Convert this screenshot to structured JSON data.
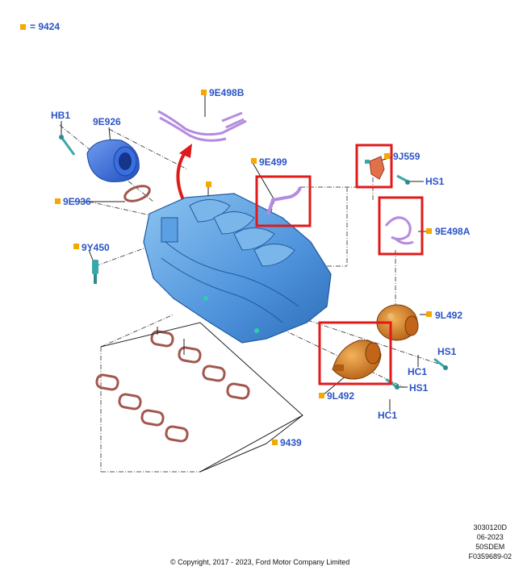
{
  "legend": {
    "marker_color": "#f5a800",
    "text": "= 9424"
  },
  "callouts": {
    "hb1": "HB1",
    "p9e926": "9E926",
    "p9e936": "9E936",
    "p9y450": "9Y450",
    "p9e498b": "9E498B",
    "p9e499": "9E499",
    "p9j559": "9J559",
    "hs1_top": "HS1",
    "p9e498a": "9E498A",
    "p9l492_right": "9L492",
    "hs1_right": "HS1",
    "hc1_right": "HC1",
    "hs1_mid": "HS1",
    "p9l492_left": "9L492",
    "hc1_bottom": "HC1",
    "p9439": "9439"
  },
  "footer": {
    "copyright": "© Copyright, 2017 - 2023, Ford Motor Company Limited",
    "ref_lines": [
      "3030120D",
      "06-2023",
      "50SDEM",
      "F0359689-02"
    ]
  },
  "colors": {
    "callout_text": "#2b54c6",
    "marker": "#f5a800",
    "highlight_box": "#e01a1a",
    "manifold_blue": "#4f93dc",
    "throttle_blue": "#2f67d8",
    "purple_tube": "#b58be0",
    "orange_part": "#d6781c",
    "gasket_brown": "#a3564c",
    "arrow_red": "#e01a1a"
  },
  "icons": [
    "legend-marker-icon",
    "curved-arrow-icon"
  ]
}
